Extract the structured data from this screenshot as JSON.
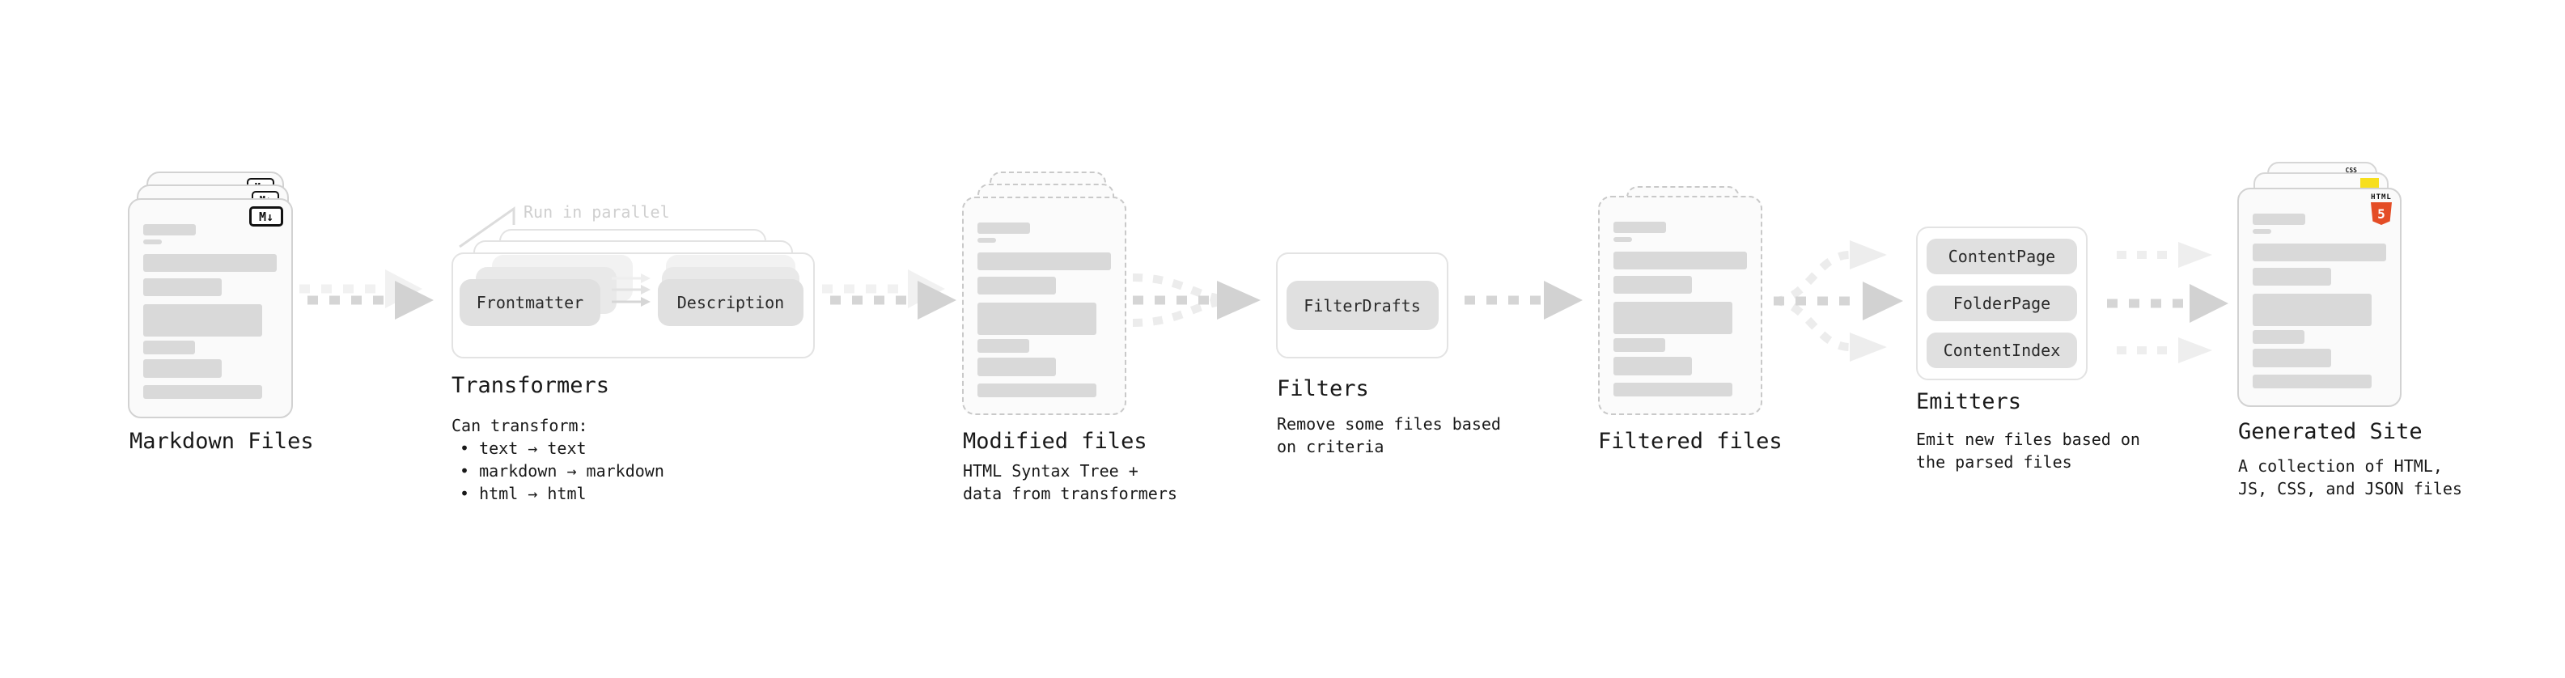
{
  "pipeline": {
    "markdown_files": {
      "title": "Markdown Files",
      "badge": "M↓"
    },
    "transformers": {
      "title": "Transformers",
      "annotation": "Run in parallel",
      "pills": [
        "Frontmatter",
        "Description"
      ],
      "desc_heading": "Can transform:",
      "bullets": [
        "• text → text",
        "• markdown → markdown",
        "• html → html"
      ]
    },
    "modified_files": {
      "title": "Modified files",
      "desc": [
        "HTML Syntax Tree +",
        "data from transformers"
      ]
    },
    "filters": {
      "title": "Filters",
      "pills": [
        "FilterDrafts"
      ],
      "desc": [
        "Remove some files based",
        "on criteria"
      ]
    },
    "filtered_files": {
      "title": "Filtered files"
    },
    "emitters": {
      "title": "Emitters",
      "pills": [
        "ContentPage",
        "FolderPage",
        "ContentIndex"
      ],
      "desc": [
        "Emit new files based on",
        "the parsed files"
      ]
    },
    "generated_site": {
      "title": "Generated Site",
      "desc": [
        "A collection of HTML,",
        "JS, CSS, and JSON files"
      ],
      "badges": {
        "css": "CSS",
        "html": "HTML",
        "html_number": "5"
      }
    },
    "colors": {
      "html5_orange": "#e44d26",
      "js_yellow": "#f7df1e",
      "css_blue": "#2760e6",
      "arrow_gray": "#d2d2d2",
      "arrow_light": "#ededed",
      "file_fill": "#fafafa",
      "pill_fill": "#e0e0e0"
    }
  }
}
